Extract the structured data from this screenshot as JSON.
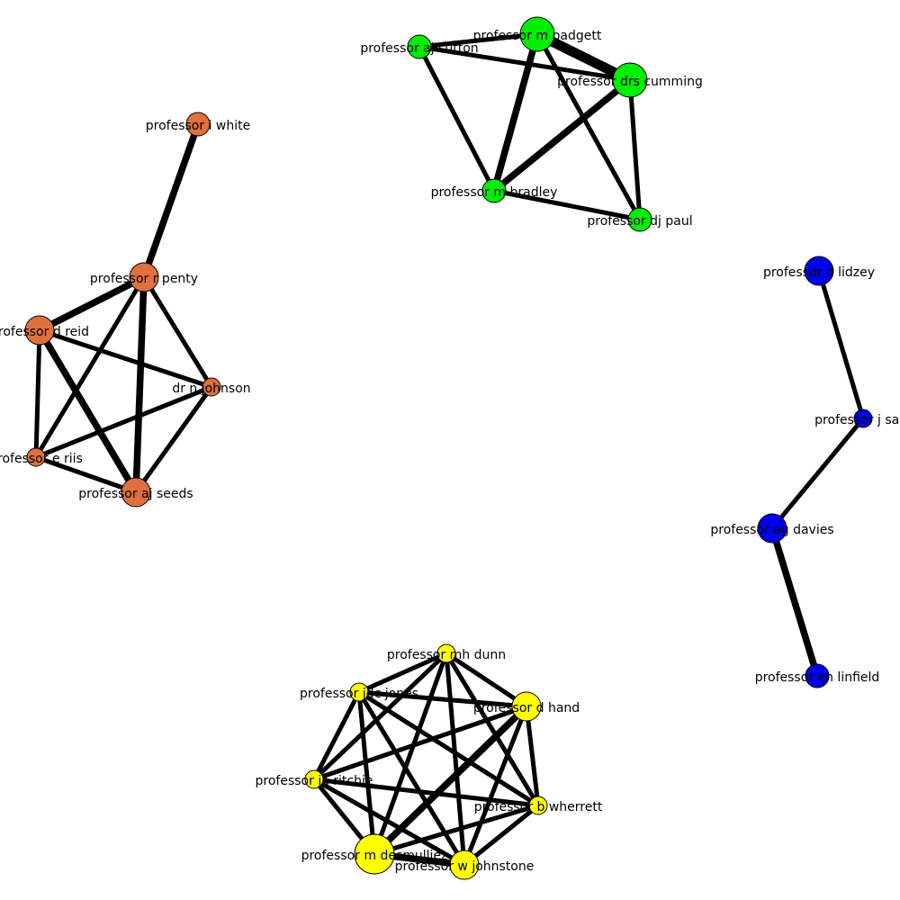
{
  "groups": {
    "orange": "#e07040",
    "green": "#00ee00",
    "blue": "#0000ee",
    "yellow": "#ffff00"
  },
  "nodes": [
    {
      "id": "white",
      "label": "professor i white",
      "group": "orange",
      "size": 2
    },
    {
      "id": "penty",
      "label": "professor r penty",
      "group": "orange",
      "size": 3
    },
    {
      "id": "reid",
      "label": "professor d reid",
      "group": "orange",
      "size": 3
    },
    {
      "id": "njohnson",
      "label": "dr n johnson",
      "group": "orange",
      "size": 1
    },
    {
      "id": "riis",
      "label": "professor e riis",
      "group": "orange",
      "size": 1
    },
    {
      "id": "seeds",
      "label": "professor aj seeds",
      "group": "orange",
      "size": 3
    },
    {
      "id": "padgett",
      "label": "professor m padgett",
      "group": "green",
      "size": 4
    },
    {
      "id": "ajsutton",
      "label": "professor aj sutton",
      "group": "green",
      "size": 2
    },
    {
      "id": "cumming",
      "label": "professor drs cumming",
      "group": "green",
      "size": 4
    },
    {
      "id": "bradley",
      "label": "professor m bradley",
      "group": "green",
      "size": 2
    },
    {
      "id": "paul",
      "label": "professor dj paul",
      "group": "green",
      "size": 2
    },
    {
      "id": "lidzey",
      "label": "professor d lidzey",
      "group": "blue",
      "size": 3
    },
    {
      "id": "sam",
      "label": "professor j sam",
      "group": "blue",
      "size": 1
    },
    {
      "id": "davies",
      "label": "professor ag davies",
      "group": "blue",
      "size": 3
    },
    {
      "id": "linfield",
      "label": "professor eh linfield",
      "group": "blue",
      "size": 2
    },
    {
      "id": "dunn",
      "label": "professor mh dunn",
      "group": "yellow",
      "size": 1
    },
    {
      "id": "jones",
      "label": "professor jdc jones",
      "group": "yellow",
      "size": 1
    },
    {
      "id": "hand",
      "label": "professor d hand",
      "group": "yellow",
      "size": 3
    },
    {
      "id": "ritchie",
      "label": "professor ja ritchie",
      "group": "yellow",
      "size": 1
    },
    {
      "id": "wherrett",
      "label": "professor b wherrett",
      "group": "yellow",
      "size": 1
    },
    {
      "id": "desmulliez",
      "label": "professor m desmulliez",
      "group": "yellow",
      "size": 5
    },
    {
      "id": "wjohnstone",
      "label": "professor w johnstone",
      "group": "yellow",
      "size": 3
    }
  ],
  "edges": [
    {
      "source": "white",
      "target": "penty",
      "weight": 2
    },
    {
      "source": "penty",
      "target": "reid",
      "weight": 2
    },
    {
      "source": "penty",
      "target": "njohnson",
      "weight": 1
    },
    {
      "source": "penty",
      "target": "riis",
      "weight": 1
    },
    {
      "source": "penty",
      "target": "seeds",
      "weight": 2
    },
    {
      "source": "reid",
      "target": "njohnson",
      "weight": 1
    },
    {
      "source": "reid",
      "target": "riis",
      "weight": 1
    },
    {
      "source": "reid",
      "target": "seeds",
      "weight": 2
    },
    {
      "source": "njohnson",
      "target": "riis",
      "weight": 1
    },
    {
      "source": "njohnson",
      "target": "seeds",
      "weight": 1
    },
    {
      "source": "riis",
      "target": "seeds",
      "weight": 1
    },
    {
      "source": "ajsutton",
      "target": "padgett",
      "weight": 1
    },
    {
      "source": "ajsutton",
      "target": "cumming",
      "weight": 1
    },
    {
      "source": "ajsutton",
      "target": "bradley",
      "weight": 1
    },
    {
      "source": "padgett",
      "target": "cumming",
      "weight": 3
    },
    {
      "source": "padgett",
      "target": "bradley",
      "weight": 2
    },
    {
      "source": "padgett",
      "target": "paul",
      "weight": 1
    },
    {
      "source": "cumming",
      "target": "bradley",
      "weight": 2
    },
    {
      "source": "cumming",
      "target": "paul",
      "weight": 1
    },
    {
      "source": "bradley",
      "target": "paul",
      "weight": 1
    },
    {
      "source": "lidzey",
      "target": "sam",
      "weight": 1
    },
    {
      "source": "sam",
      "target": "davies",
      "weight": 1
    },
    {
      "source": "davies",
      "target": "linfield",
      "weight": 2
    },
    {
      "source": "dunn",
      "target": "jones",
      "weight": 1
    },
    {
      "source": "dunn",
      "target": "hand",
      "weight": 1
    },
    {
      "source": "dunn",
      "target": "ritchie",
      "weight": 1
    },
    {
      "source": "dunn",
      "target": "wherrett",
      "weight": 1
    },
    {
      "source": "dunn",
      "target": "desmulliez",
      "weight": 1
    },
    {
      "source": "dunn",
      "target": "wjohnstone",
      "weight": 1
    },
    {
      "source": "jones",
      "target": "hand",
      "weight": 1
    },
    {
      "source": "jones",
      "target": "ritchie",
      "weight": 1
    },
    {
      "source": "jones",
      "target": "wherrett",
      "weight": 1
    },
    {
      "source": "jones",
      "target": "desmulliez",
      "weight": 1
    },
    {
      "source": "jones",
      "target": "wjohnstone",
      "weight": 1
    },
    {
      "source": "hand",
      "target": "ritchie",
      "weight": 1
    },
    {
      "source": "hand",
      "target": "wherrett",
      "weight": 1
    },
    {
      "source": "hand",
      "target": "desmulliez",
      "weight": 2
    },
    {
      "source": "hand",
      "target": "wjohnstone",
      "weight": 1
    },
    {
      "source": "ritchie",
      "target": "wherrett",
      "weight": 1
    },
    {
      "source": "ritchie",
      "target": "desmulliez",
      "weight": 1
    },
    {
      "source": "ritchie",
      "target": "wjohnstone",
      "weight": 1
    },
    {
      "source": "wherrett",
      "target": "desmulliez",
      "weight": 1
    },
    {
      "source": "wherrett",
      "target": "wjohnstone",
      "weight": 1
    },
    {
      "source": "desmulliez",
      "target": "wjohnstone",
      "weight": 2
    }
  ]
}
